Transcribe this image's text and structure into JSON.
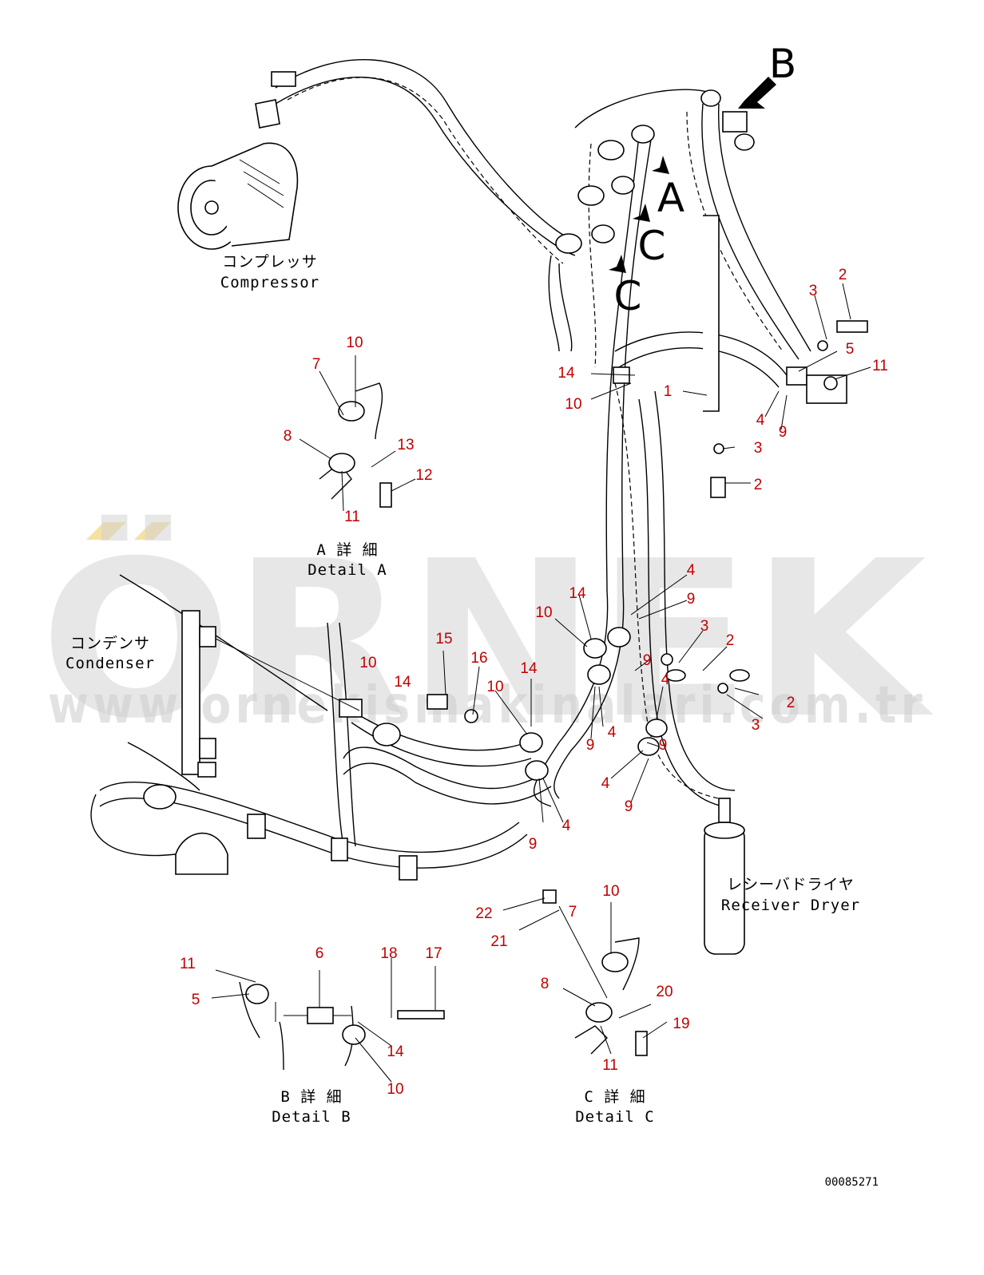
{
  "components": {
    "compressor": {
      "ja": "コンプレッサ",
      "en": "Compressor"
    },
    "condenser": {
      "ja": "コンデンサ",
      "en": "Condenser"
    },
    "receiver_dryer": {
      "ja": "レシーバドライヤ",
      "en": "Receiver Dryer"
    }
  },
  "details": {
    "a": {
      "ja": "A 詳 細",
      "en": "Detail A"
    },
    "b": {
      "ja": "B 詳 細",
      "en": "Detail B"
    },
    "c": {
      "ja": "C 詳 細",
      "en": "Detail C"
    }
  },
  "view_letters": {
    "a": "A",
    "b": "B",
    "c1": "C",
    "c2": "C"
  },
  "callouts": [
    "10",
    "7",
    "8",
    "13",
    "12",
    "11",
    "2",
    "3",
    "5",
    "11",
    "14",
    "10",
    "1",
    "4",
    "9",
    "3",
    "2",
    "4",
    "9",
    "14",
    "10",
    "3",
    "2",
    "9",
    "15",
    "16",
    "10",
    "14",
    "2",
    "3",
    "10",
    "14",
    "4",
    "9",
    "4",
    "9",
    "4",
    "9",
    "4",
    "9",
    "10",
    "22",
    "7",
    "21",
    "8",
    "20",
    "19",
    "11",
    "11",
    "5",
    "6",
    "18",
    "17",
    "14",
    "10"
  ],
  "watermark": {
    "brand": "ÖRNEK",
    "url": "www.ornekismakinalari.com.tr"
  },
  "drawing_code": "00085271"
}
